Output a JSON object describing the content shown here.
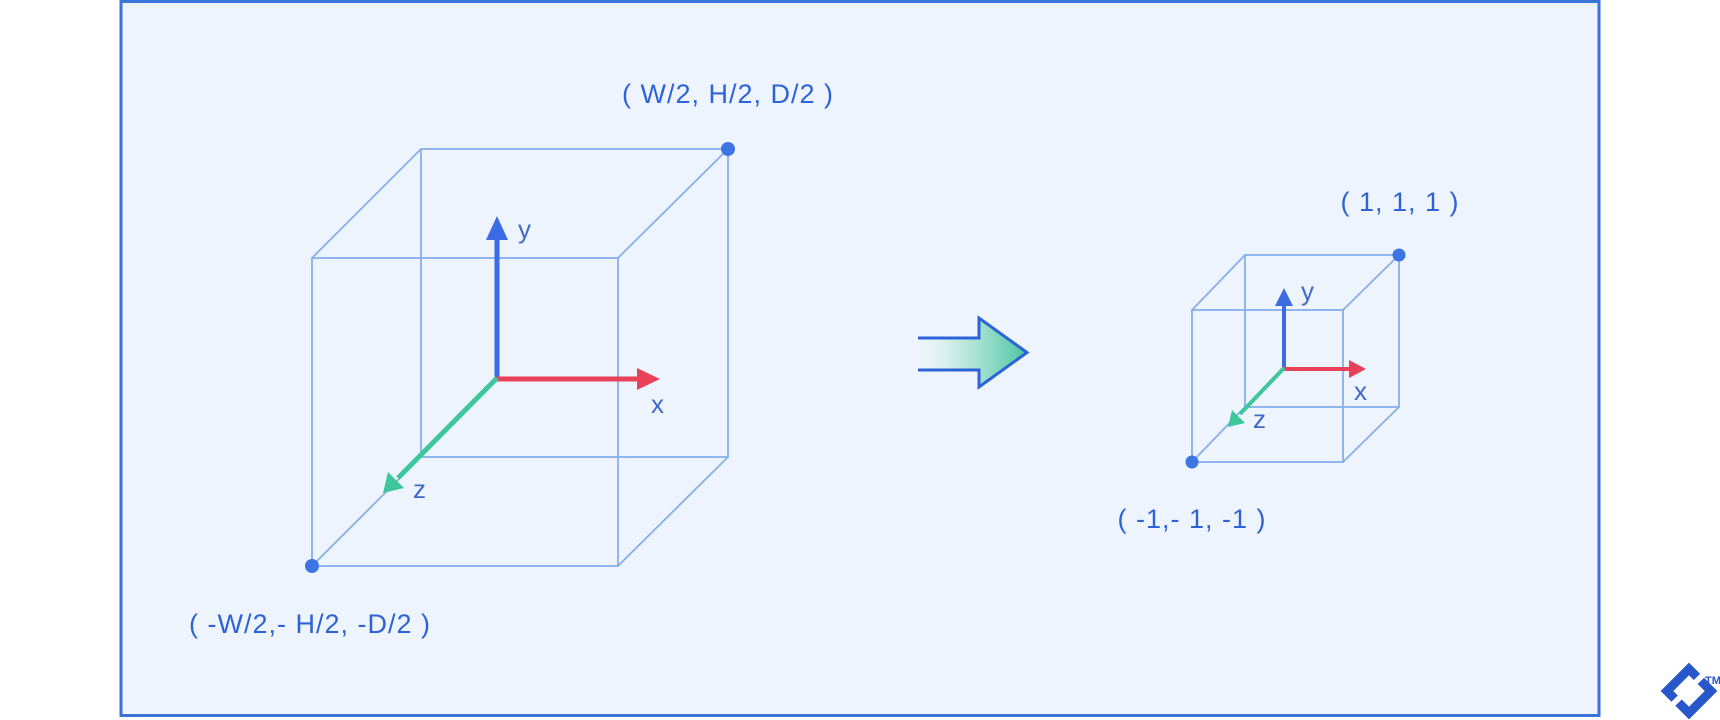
{
  "figure": {
    "description_icons": {
      "transform_arrow": "right-block-arrow-icon",
      "brand_mark": "toptal-logo-icon"
    },
    "left_cube": {
      "max_corner_label": "( W/2, H/2, D/2 )",
      "min_corner_label": "( -W/2,- H/2, -D/2 )",
      "axis_x_label": "x",
      "axis_y_label": "y",
      "axis_z_label": "z"
    },
    "right_cube": {
      "max_corner_label": "( 1, 1, 1 )",
      "min_corner_label": "( -1,- 1, -1 )",
      "axis_x_label": "x",
      "axis_y_label": "y",
      "axis_z_label": "z"
    },
    "logo": {
      "trademark": "TM"
    },
    "colors": {
      "panel_background": "#edf4fd",
      "panel_border": "#3a74d9",
      "wireframe": "#87aee9",
      "corner_dot": "#3d76e2",
      "axis_x": "#e84158",
      "axis_y": "#3c6ce4",
      "axis_z": "#3fc79c",
      "arrow_outline": "#2c63d8",
      "arrow_fill": "#49c4a2",
      "label_text": "#2d63d6",
      "logo": "#2857cc"
    }
  }
}
